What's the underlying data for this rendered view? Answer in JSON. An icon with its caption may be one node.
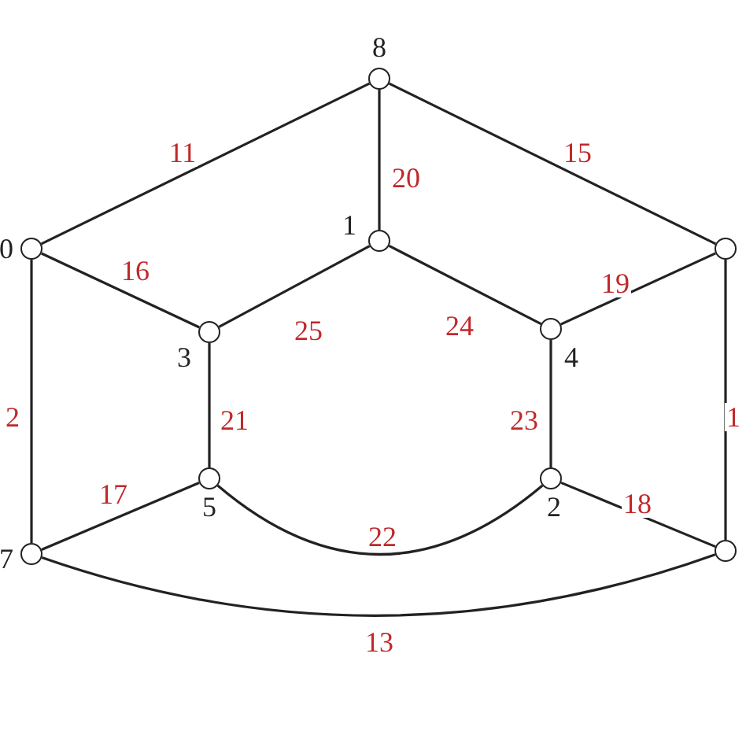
{
  "diagram": {
    "nodes": [
      {
        "text": [],
        "shape": "circle",
        "beside": [
          "8"
        ]
      },
      {
        "text": [],
        "shape": "circle",
        "beside": [
          "0"
        ]
      },
      {
        "text": [],
        "shape": "circle",
        "beside": [
          "1"
        ]
      },
      {
        "text": [],
        "shape": "circle"
      },
      {
        "text": [],
        "shape": "circle",
        "beside": [
          "3"
        ]
      },
      {
        "text": [],
        "shape": "circle",
        "beside": [
          "4"
        ]
      },
      {
        "text": [],
        "shape": "circle",
        "beside": [
          "5"
        ]
      },
      {
        "text": [],
        "shape": "circle",
        "beside": [
          "2"
        ]
      },
      {
        "text": [],
        "shape": "circle",
        "beside": [
          "7"
        ]
      },
      {
        "text": [],
        "shape": "circle"
      }
    ],
    "edges": [
      {
        "from": 0,
        "to": 1,
        "arrow": "none",
        "label": "11"
      },
      {
        "from": 0,
        "to": 3,
        "arrow": "none",
        "label": "15"
      },
      {
        "from": 0,
        "to": 2,
        "arrow": "none",
        "label": "20"
      },
      {
        "from": 1,
        "to": 4,
        "arrow": "none",
        "label": "16"
      },
      {
        "from": 2,
        "to": 4,
        "arrow": "none",
        "label": "25"
      },
      {
        "from": 2,
        "to": 5,
        "arrow": "none",
        "label": "24"
      },
      {
        "from": 3,
        "to": 5,
        "arrow": "none",
        "label": "19"
      },
      {
        "from": 1,
        "to": 8,
        "arrow": "none",
        "label": "2"
      },
      {
        "from": 4,
        "to": 6,
        "arrow": "none",
        "label": "21"
      },
      {
        "from": 5,
        "to": 7,
        "arrow": "none",
        "label": "23"
      },
      {
        "from": 3,
        "to": 9,
        "arrow": "none",
        "label": "1"
      },
      {
        "from": 6,
        "to": 8,
        "arrow": "none",
        "label": "17"
      },
      {
        "from": 6,
        "to": 7,
        "arrow": "none",
        "label": "22"
      },
      {
        "from": 7,
        "to": 9,
        "arrow": "none",
        "label": "18"
      },
      {
        "from": 8,
        "to": 9,
        "arrow": "none",
        "label": "13"
      }
    ]
  }
}
